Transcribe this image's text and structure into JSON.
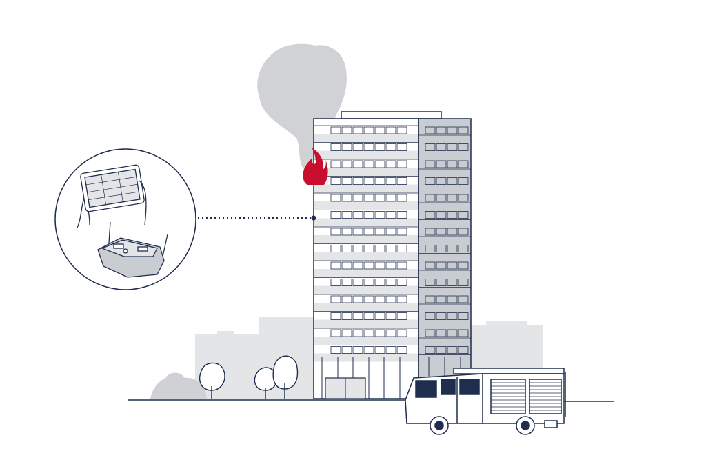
{
  "colors": {
    "outline": "#1f2d4e",
    "background_buildings": "#e4e5e7",
    "tower_shadow_side": "#c9ccd1",
    "smoke": "#d0d2d5",
    "flame": "#c8102e",
    "truck_windows": "#1f2d4e"
  },
  "icons": [
    "smoke-cloud",
    "flame-icon",
    "tablet-icon",
    "remote-controller-icon",
    "fire-truck",
    "tree-icon",
    "tower-building"
  ]
}
